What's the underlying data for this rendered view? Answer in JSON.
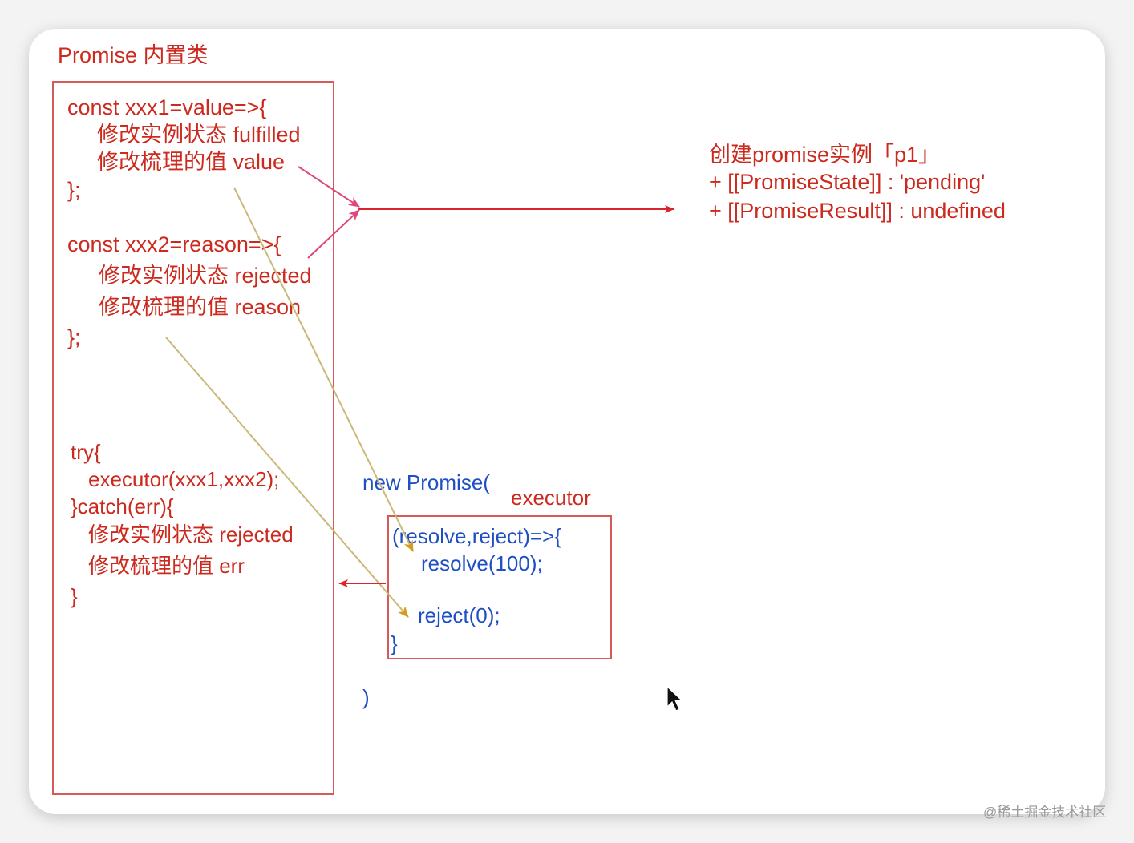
{
  "title": "Promise 内置类",
  "resolve_block": {
    "line1": "const xxx1=value=>{",
    "line2": "修改实例状态 fulfilled",
    "line3": "修改梳理的值 value",
    "line4": "};"
  },
  "reject_block": {
    "line1": "const xxx2=reason=>{",
    "line2": "修改实例状态 rejected",
    "line3": "修改梳理的值 reason",
    "line4": "};"
  },
  "try_block": {
    "line1": "try{",
    "line2": "executor(xxx1,xxx2);",
    "line3": "}catch(err){",
    "line4": "修改实例状态 rejected",
    "line5": "修改梳理的值 err",
    "line6": "}"
  },
  "instance": {
    "line1": "创建promise实例「p1」",
    "line2": "+ [[PromiseState]] : 'pending'",
    "line3": "+ [[PromiseResult]] : undefined"
  },
  "new_promise": {
    "open": "new Promise(",
    "executor_label": "executor",
    "line1": "(resolve,reject)=>{",
    "line2": "resolve(100);",
    "line3": "reject(0);",
    "line4": "}",
    "close": ")"
  },
  "watermark": "@稀土掘金技术社区",
  "colors": {
    "text_red": "#cc2a1e",
    "text_blue": "#1f4fc4",
    "box_border": "#d65a57",
    "arrow_red": "#d9262c",
    "arrow_pink": "#e0457b",
    "arrow_yellow": "#c9b878",
    "arrowhead_orange": "#d69a1d"
  }
}
